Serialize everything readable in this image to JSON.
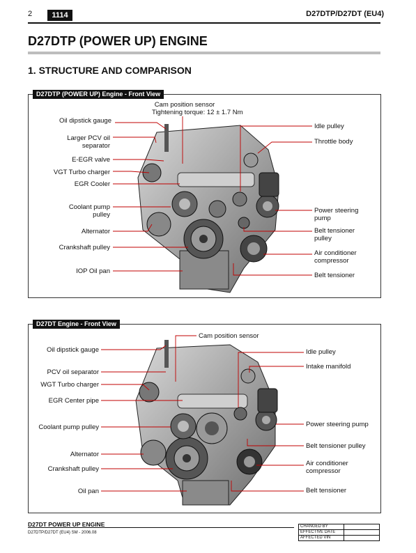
{
  "header": {
    "page_number": "2",
    "code": "1114",
    "model": "D27DTP/D27DT  (EU4)"
  },
  "title": "D27DTP (POWER UP) ENGINE",
  "section": "1.  STRUCTURE AND COMPARISON",
  "panel1": {
    "tab": "D27DTP (POWER UP) Engine - Front View",
    "top_label_line1": "Cam position sensor",
    "top_label_line2": "Tightening torque: 12 ± 1.7 Nm",
    "left": [
      [
        "Oil dipstick gauge"
      ],
      [
        "Larger PCV oil",
        "separator"
      ],
      [
        "E-EGR valve"
      ],
      [
        "VGT Turbo charger"
      ],
      [
        "EGR Cooler"
      ],
      [
        "Coolant pump",
        "pulley"
      ],
      [
        "Alternator"
      ],
      [
        "Crankshaft pulley"
      ],
      [
        "IOP Oil pan"
      ]
    ],
    "right": [
      [
        "Idle pulley"
      ],
      [
        "Throttle body"
      ],
      [
        "Power steering",
        "pump"
      ],
      [
        "Belt tensioner",
        "pulley"
      ],
      [
        "Air conditioner",
        "compressor"
      ],
      [
        "Belt tensioner"
      ]
    ]
  },
  "panel2": {
    "tab": "D27DT Engine - Front View",
    "top_label": "Cam position sensor",
    "left": [
      [
        "Oil dipstick gauge"
      ],
      [
        "PCV oil separator"
      ],
      [
        "WGT Turbo charger"
      ],
      [
        "EGR Center pipe"
      ],
      [
        "Coolant pump pulley"
      ],
      [
        "Alternator"
      ],
      [
        "Crankshaft pulley"
      ],
      [
        "Oil pan"
      ]
    ],
    "right": [
      [
        "Idle pulley"
      ],
      [
        "Intake manifold"
      ],
      [
        "Power steering pump"
      ],
      [
        "Belt tensioner pulley"
      ],
      [
        "Air conditioner",
        "compressor"
      ],
      [
        "Belt tensioner"
      ]
    ]
  },
  "footer": {
    "title": "D27DT POWER UP ENGINE",
    "sub": "D27DTP/D27DT (EU4)  SM - 2006.08",
    "rows": [
      "CHANGED BY",
      "EFFECTIVE DATE",
      "AFFECTED VIN"
    ]
  }
}
